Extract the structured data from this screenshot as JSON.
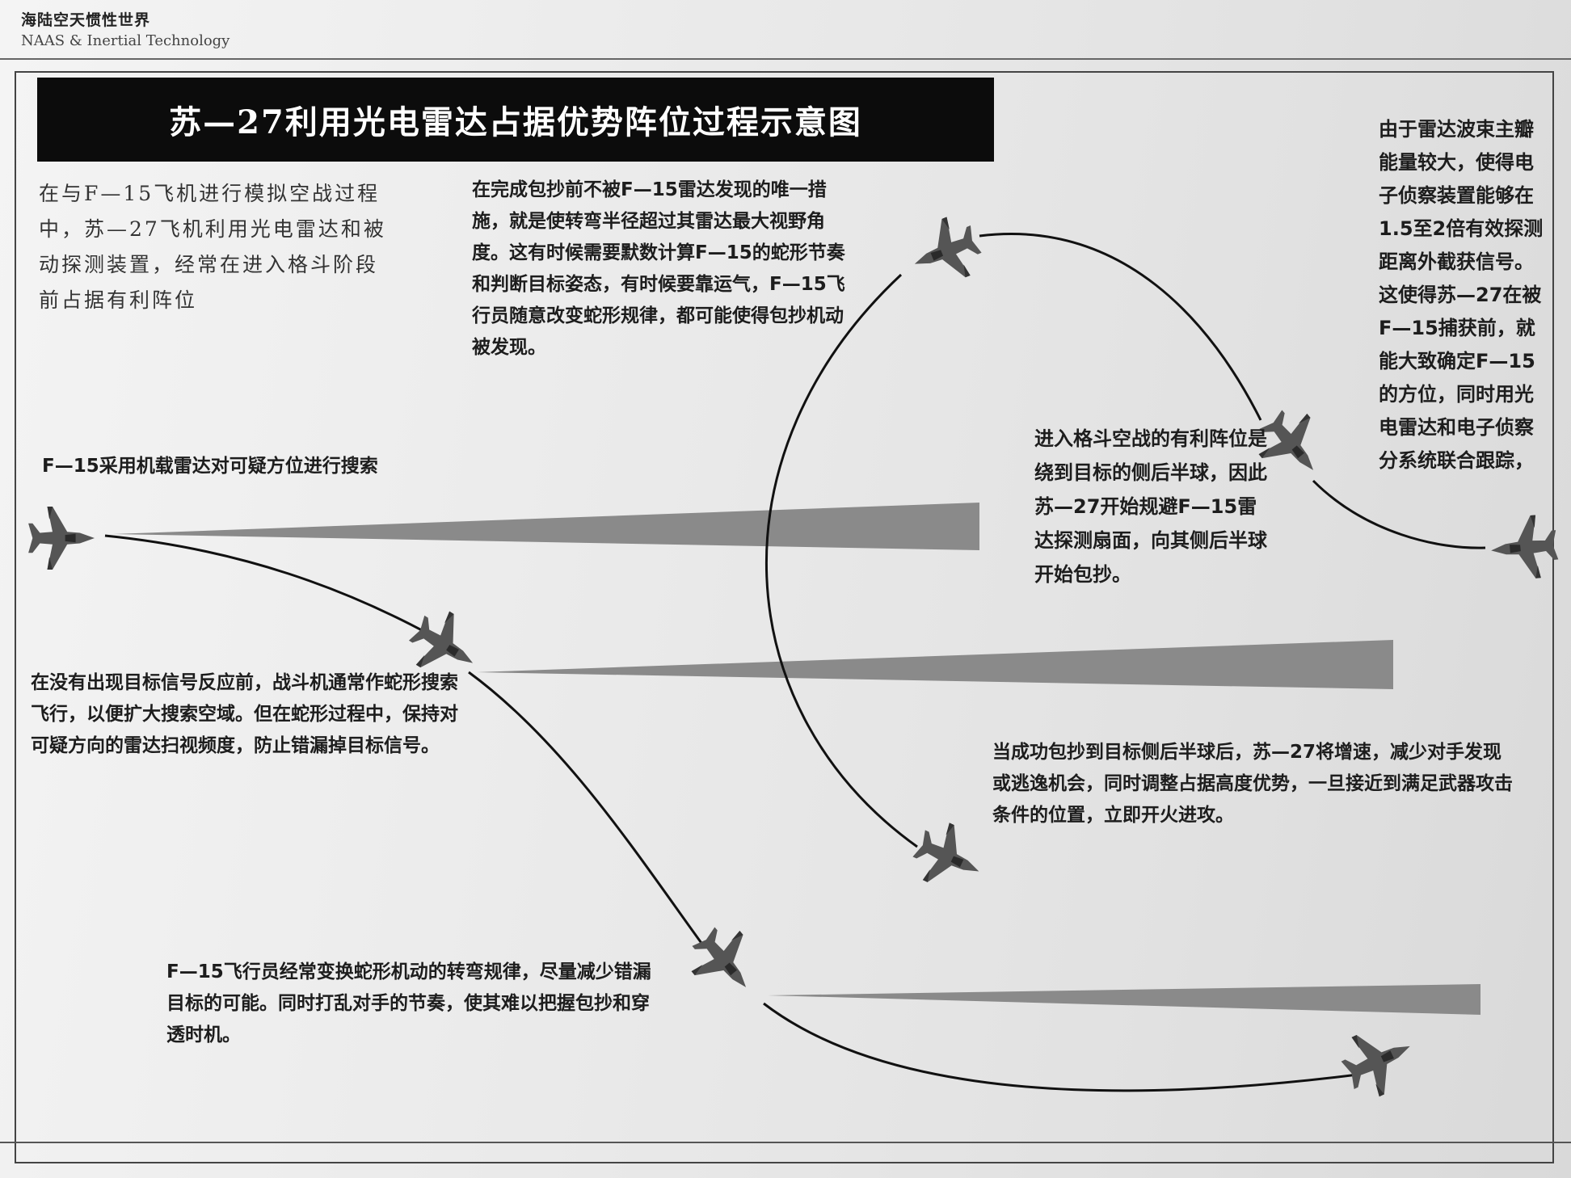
{
  "header": {
    "magazine_cn": "海陆空天惯性世界",
    "magazine_en": "NAAS & Inertial Technology"
  },
  "title": "苏—27利用光电雷达占据优势阵位过程示意图",
  "texts": {
    "intro": "在与F—15飞机进行模拟空战过程中，苏—27飞机利用光电雷达和被动探测装置，经常在进入格斗阶段前占据有利阵位",
    "top": "在完成包抄前不被F—15雷达发现的唯一措施，就是使转弯半径超过其雷达最大视野角度。这有时候需要默数计算F—15的蛇形节奏和判断目标姿态，有时候要靠运气，F—15飞行员随意改变蛇形规律，都可能使得包抄机动被发现。",
    "right": "由于雷达波束主瓣能量较大，使得电子侦察装置能够在1.5至2倍有效探测距离外截获信号。这使得苏—27在被F—15捕获前，就能大致确定F—15的方位，同时用光电雷达和电子侦察分系统联合跟踪，",
    "middle": "进入格斗空战的有利阵位是绕到目标的侧后半球，因此苏—27开始规避F—15雷达探测扇面，向其侧后半球开始包抄。",
    "f15_search": "F—15采用机载雷达对可疑方位进行搜索",
    "snake": "在没有出现目标信号反应前，战斗机通常作蛇形搜索飞行，以便扩大搜索空域。但在蛇形过程中，保持对可疑方向的雷达扫视频度，防止错漏掉目标信号。",
    "attack": "当成功包抄到目标侧后半球后，苏—27将增速，减少对手发现或逃逸机会，同时调整占据高度优势，一旦接近到满足武器攻击条件的位置，立即开火进攻。",
    "pilot": "F—15飞行员经常变换蛇形机动的转弯规律，尽量减少错漏目标的可能。同时打乱对手的节奏，使其难以把握包抄和穿透时机。"
  },
  "colors": {
    "title_bg": "#0c0c0c",
    "title_fg": "#ffffff",
    "radar_beam": "#8a8a8a",
    "path": "#111111",
    "aircraft": "#555555"
  },
  "icons": {
    "aircraft": "fighter-jet-icon",
    "radar_beam": "radar-beam-icon"
  }
}
